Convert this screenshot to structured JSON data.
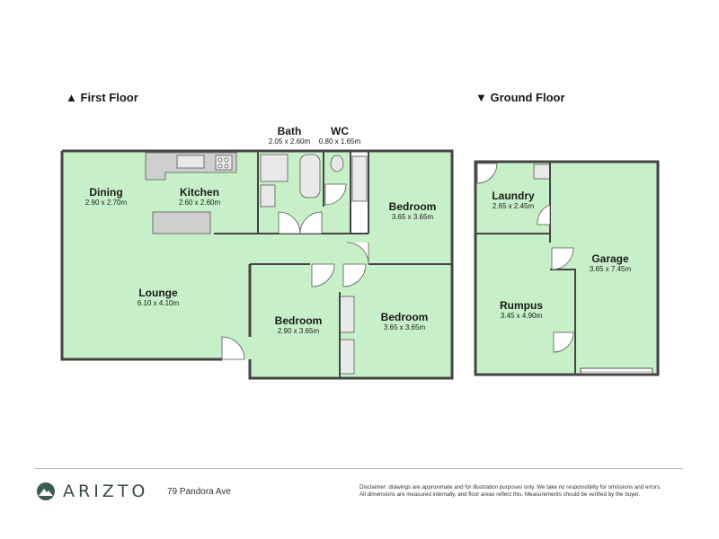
{
  "floors": {
    "first": {
      "title": "First Floor",
      "icon": "triangle-up-icon"
    },
    "ground": {
      "title": "Ground Floor",
      "icon": "triangle-down-icon"
    }
  },
  "rooms": {
    "bath": {
      "name": "Bath",
      "dims": "2.05 x 2.60m"
    },
    "wc": {
      "name": "WC",
      "dims": "0.80 x 1.65m"
    },
    "dining": {
      "name": "Dining",
      "dims": "2.90 x 2.70m"
    },
    "kitchen": {
      "name": "Kitchen",
      "dims": "2.60 x 2.60m"
    },
    "bedroom_ne": {
      "name": "Bedroom",
      "dims": "3.65 x 3.65m"
    },
    "lounge": {
      "name": "Lounge",
      "dims": "6.10 x 4.10m"
    },
    "bedroom_center": {
      "name": "Bedroom",
      "dims": "2.90 x 3.65m"
    },
    "bedroom_se": {
      "name": "Bedroom",
      "dims": "3.65 x 3.65m"
    },
    "laundry": {
      "name": "Laundry",
      "dims": "2.65 x 2.45m"
    },
    "garage": {
      "name": "Garage",
      "dims": "3.65 x 7.45m"
    },
    "rumpus": {
      "name": "Rumpus",
      "dims": "3.45 x 4.90m"
    }
  },
  "footer": {
    "brand": "ARIZTO",
    "brand_icon": "mountain-logo-icon",
    "address": "79 Pandora Ave",
    "disclaimer_line1": "Disclaimer: drawings are approximate and for illustration purposes only. We take no responsibility for omissions and errors.",
    "disclaimer_line2": "All dimensions are measured internally, and floor areas reflect this. Measurements should be verified by the buyer."
  },
  "colors": {
    "room_fill": "#c8f0c8",
    "wall": "#444444",
    "fixture": "#cfcfcf",
    "brand": "#3f5a55"
  }
}
